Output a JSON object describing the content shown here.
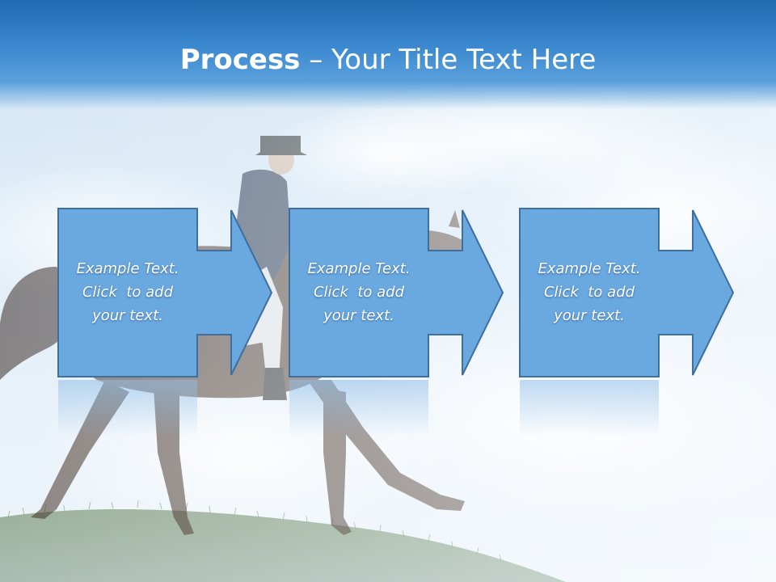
{
  "title": {
    "bold": "Process",
    "rest": " – Your Title Text Here"
  },
  "steps": [
    {
      "line1": "Example Text.",
      "line2": "Click  to add",
      "line3": "your text."
    },
    {
      "line1": "Example Text.",
      "line2": "Click  to add",
      "line3": "your text."
    },
    {
      "line1": "Example Text.",
      "line2": "Click  to add",
      "line3": "your text."
    }
  ],
  "colors": {
    "title_band": "#2a78c0",
    "box_fill": "#6aa8e0",
    "box_stroke": "#3e6f9f",
    "text": "#ffffff"
  }
}
